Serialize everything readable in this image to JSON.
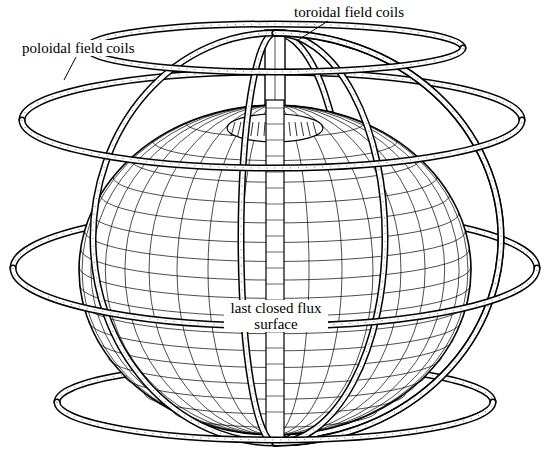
{
  "diagram": {
    "labels": [
      "poloidal field coils",
      "toroidal field coils",
      "last closed flux surface"
    ]
  }
}
